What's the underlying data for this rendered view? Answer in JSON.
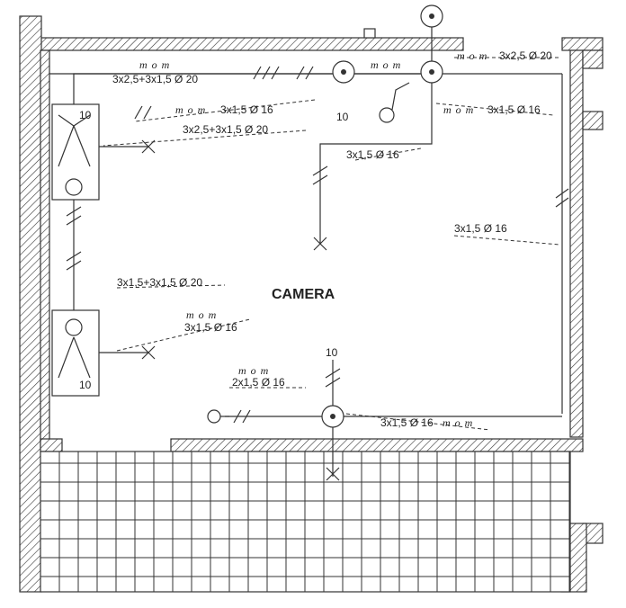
{
  "room_name": "CAMERA",
  "cable_labels": {
    "top_left_main": "3x2,5+3x1,5 Ø 20",
    "top_right": "3x2,5 Ø 20",
    "left_mid": "3x1,5 Ø 16",
    "left_mid_2": "3x2,5+3x1,5 Ø 20",
    "right_upper": "3x1,5 Ø 16",
    "center_drop": "3x1,5 Ø 16",
    "right_side": "3x1,5 Ø 16",
    "left_lower_main": "3x1,5+3x1,5 Ø 20",
    "left_lower": "3x1,5 Ø 16",
    "bottom_left": "2x1,5 Ø 16",
    "bottom_right": "3x1,5 Ø 16"
  },
  "conductor_marks": {
    "mark": "m o m"
  },
  "dimension_labels": {
    "ceiling_top": "10",
    "ceiling_bottom": "10",
    "box_top": "10",
    "box_bottom": "10"
  },
  "colors": {
    "line": "#333333",
    "background": "#ffffff"
  }
}
